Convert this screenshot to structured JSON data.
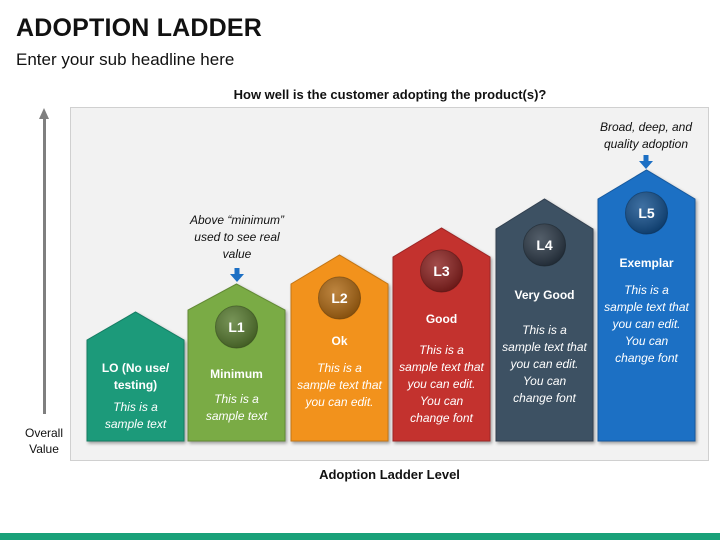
{
  "header": {
    "title": "ADOPTION LADDER",
    "subtitle": "Enter your sub headline here"
  },
  "diagram": {
    "question": "How well is the customer adopting the product(s)?",
    "y_label": "Overall Value",
    "x_label": "Adoption Ladder Level",
    "colors": {
      "panel": "#f2f2f2",
      "axis": "#7f7f7f",
      "footer": "#1aa179"
    },
    "levels": [
      {
        "badge": "",
        "name": "LO (No use/ testing)",
        "desc": "This is a sample text",
        "color": "#1a9a7a"
      },
      {
        "badge": "L1",
        "name": "Minimum",
        "desc": "This is a sample text",
        "color": "#7aab44"
      },
      {
        "badge": "L2",
        "name": "Ok",
        "desc": "This is a sample text that you can edit.",
        "color": "#f2921c"
      },
      {
        "badge": "L3",
        "name": "Good",
        "desc": "This is a sample text that you can edit. You can change font",
        "color": "#c3302e"
      },
      {
        "badge": "L4",
        "name": "Very Good",
        "desc": "This is a sample text that you can edit. You can change font",
        "color": "#3e5164"
      },
      {
        "badge": "L5",
        "name": "Exemplar",
        "desc": "This is a sample text that you can edit. You can change font",
        "color": "#1c6fc4"
      }
    ],
    "annotations": {
      "minimum": "Above “minimum” used to see real value",
      "top": "Broad, deep, and quality adoption"
    }
  }
}
